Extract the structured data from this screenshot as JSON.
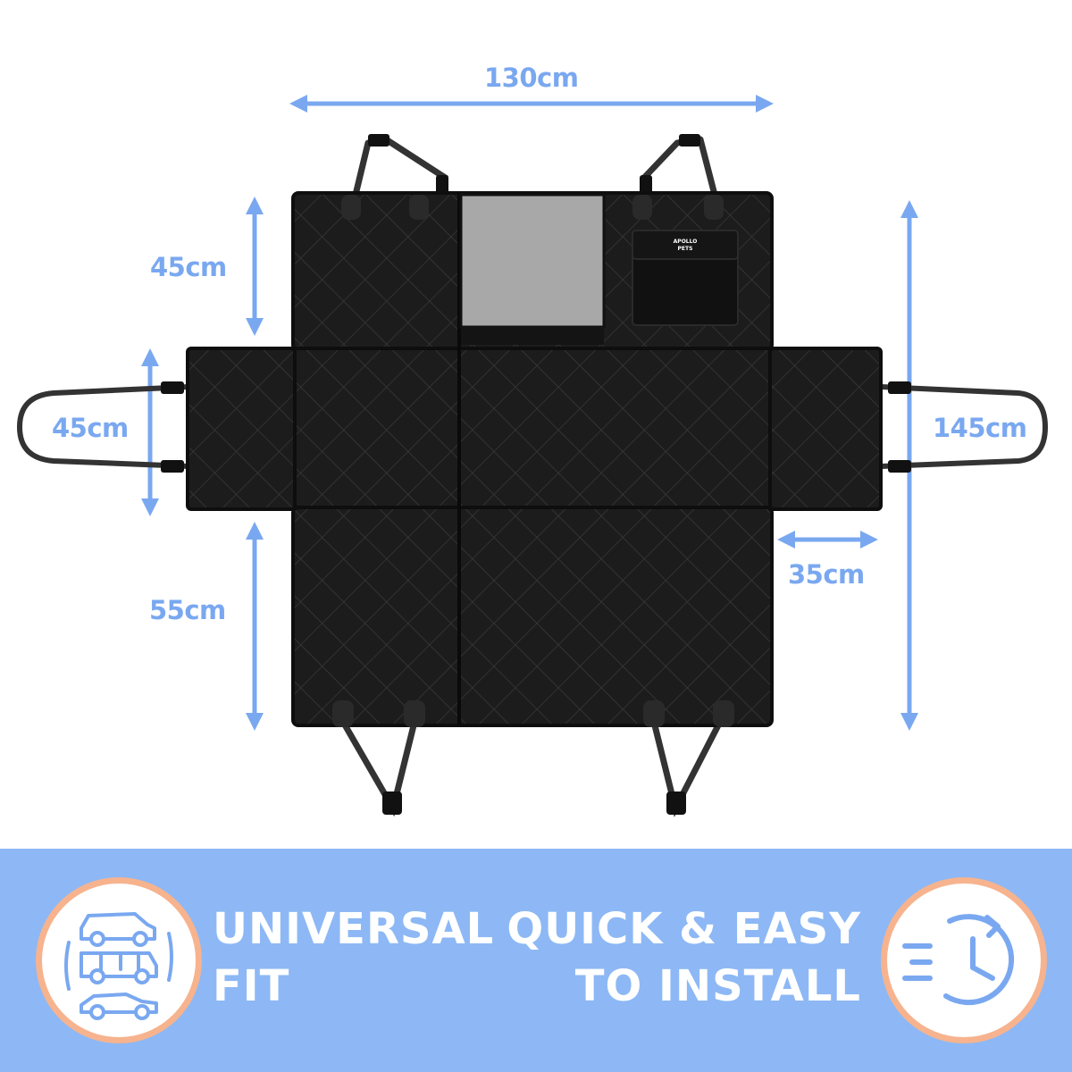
{
  "dimensions": {
    "width_top": "130cm",
    "height_back": "45cm",
    "height_side_flap": "45cm",
    "height_seat": "55cm",
    "height_total": "145cm",
    "width_side_flap": "35cm"
  },
  "brand": {
    "name": "APOLLO",
    "sub": "PETS"
  },
  "features": {
    "left": {
      "line1": "UNIVERSAL",
      "line2": "FIT",
      "icon": "vehicles-icon"
    },
    "right": {
      "line1": "QUICK & EASY",
      "line2": "TO INSTALL",
      "icon": "clock-icon"
    }
  },
  "colors": {
    "accent_blue": "#7aa8f0",
    "banner_blue": "#8db8f5",
    "circle_ring": "#f6b38e",
    "product_black": "#1a1a1a"
  }
}
